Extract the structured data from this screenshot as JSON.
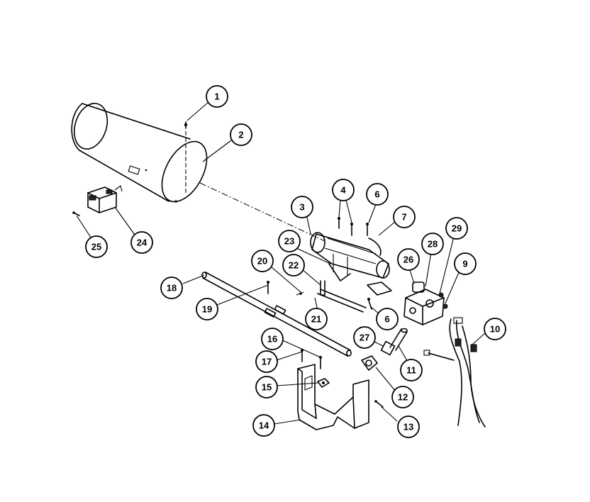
{
  "callouts": [
    {
      "id": "1",
      "label": "1"
    },
    {
      "id": "2",
      "label": "2"
    },
    {
      "id": "3",
      "label": "3"
    },
    {
      "id": "4",
      "label": "4"
    },
    {
      "id": "6a",
      "label": "6"
    },
    {
      "id": "6b",
      "label": "6"
    },
    {
      "id": "7",
      "label": "7"
    },
    {
      "id": "9",
      "label": "9"
    },
    {
      "id": "10",
      "label": "10"
    },
    {
      "id": "11",
      "label": "11"
    },
    {
      "id": "12",
      "label": "12"
    },
    {
      "id": "13",
      "label": "13"
    },
    {
      "id": "14",
      "label": "14"
    },
    {
      "id": "15",
      "label": "15"
    },
    {
      "id": "16",
      "label": "16"
    },
    {
      "id": "17",
      "label": "17"
    },
    {
      "id": "18",
      "label": "18"
    },
    {
      "id": "19",
      "label": "19"
    },
    {
      "id": "20",
      "label": "20"
    },
    {
      "id": "21",
      "label": "21"
    },
    {
      "id": "22",
      "label": "22"
    },
    {
      "id": "23",
      "label": "23"
    },
    {
      "id": "24",
      "label": "24"
    },
    {
      "id": "25",
      "label": "25"
    },
    {
      "id": "26",
      "label": "26"
    },
    {
      "id": "27",
      "label": "27"
    },
    {
      "id": "28",
      "label": "28"
    },
    {
      "id": "29",
      "label": "29"
    }
  ]
}
